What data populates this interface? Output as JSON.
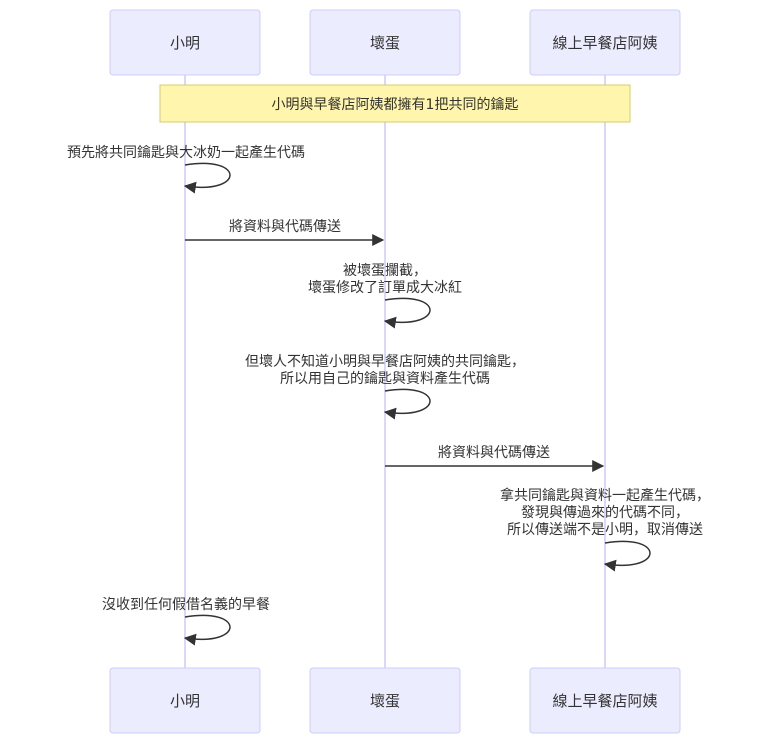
{
  "actors": [
    {
      "id": "xiaoming",
      "label": "小明"
    },
    {
      "id": "bad_egg",
      "label": "壞蛋"
    },
    {
      "id": "aunt",
      "label": "線上早餐店阿姨"
    }
  ],
  "note": {
    "text": "小明與早餐店阿姨都擁有1把共同的鑰匙"
  },
  "messages": [
    {
      "from": "xiaoming",
      "to": "xiaoming",
      "lines": [
        "預先將共同鑰匙與大冰奶一起產生代碼"
      ]
    },
    {
      "from": "xiaoming",
      "to": "bad_egg",
      "lines": [
        "將資料與代碼傳送"
      ]
    },
    {
      "from": "bad_egg",
      "to": "bad_egg",
      "lines": [
        "被壞蛋攔截，",
        "壞蛋修改了訂單成大冰紅"
      ]
    },
    {
      "from": "bad_egg",
      "to": "bad_egg",
      "lines": [
        "但壞人不知道小明與早餐店阿姨的共同鑰匙，",
        "所以用自己的鑰匙與資料產生代碼"
      ]
    },
    {
      "from": "bad_egg",
      "to": "aunt",
      "lines": [
        "將資料與代碼傳送"
      ]
    },
    {
      "from": "aunt",
      "to": "aunt",
      "lines": [
        "拿共同鑰匙與資料一起產生代碼，",
        "發現與傳過來的代碼不同，",
        "所以傳送端不是小明，取消傳送"
      ]
    },
    {
      "from": "xiaoming",
      "to": "xiaoming",
      "lines": [
        "沒收到任何假借名義的早餐"
      ]
    }
  ]
}
